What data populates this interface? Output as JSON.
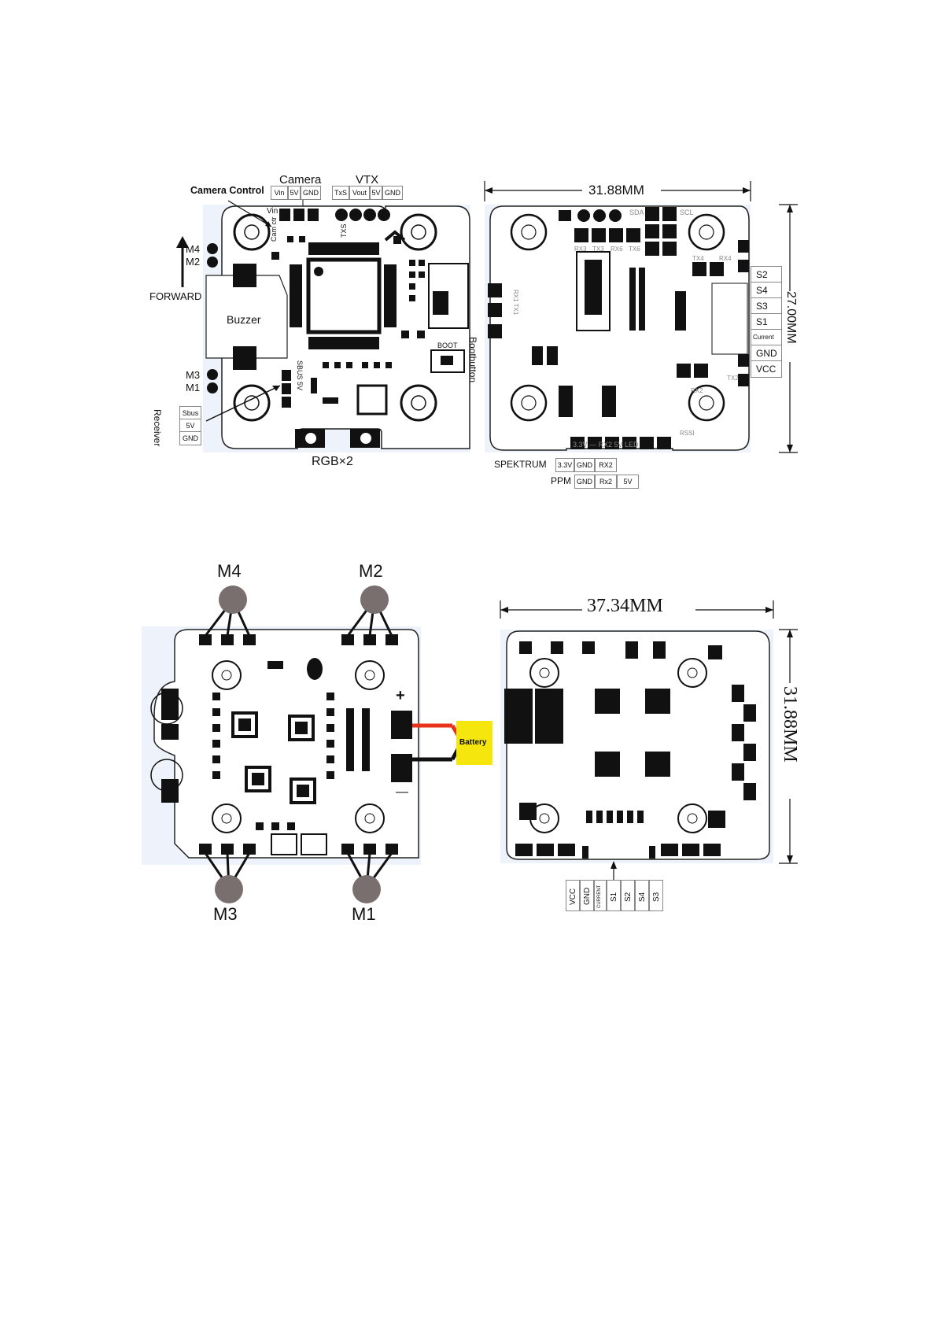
{
  "fc_top": {
    "camera_control_label": "Camera Control",
    "camera_label": "Camera",
    "camera_pins": [
      "Vin",
      "5V",
      "GND"
    ],
    "vtx_label": "VTX",
    "vtx_pins": [
      "TxS",
      "Vout",
      "5V",
      "GND"
    ],
    "m4": "M4",
    "m2": "M2",
    "m3": "M3",
    "m1": "M1",
    "forward": "FORWARD",
    "buzzer": "Buzzer",
    "receiver": "Receiver",
    "receiver_pins": [
      "Sbus",
      "5V",
      "GND"
    ],
    "boot": "BOOT",
    "boot_button": "Bootbutton",
    "rgb": "RGB×2",
    "silk_vin": "Vin",
    "silk_cam": "Cam ctr",
    "silk_sbus": "SBUS 5V",
    "silk_txs": "TXS"
  },
  "fc_bottom": {
    "width_dim": "31.88MM",
    "height_dim": "27.00MM",
    "silk_top": [
      "SDA",
      "SCL"
    ],
    "silk_uart": [
      "RX3",
      "TX3",
      "RX6",
      "TX6"
    ],
    "silk_tx4": "TX4",
    "silk_rx4": "RX4",
    "silk_rx1": "RX1 TX1",
    "silk_tx2": "TX2",
    "silk_rx2": "RX2",
    "silk_rssi": "RSSI",
    "silk_bottom": "3.3V — RX2 5V LED",
    "side_pins": [
      "S2",
      "S4",
      "S3",
      "S1",
      "Current",
      "GND",
      "VCC"
    ],
    "spektrum_label": "SPEKTRUM",
    "spektrum_pins": [
      "3.3V",
      "GND",
      "RX2"
    ],
    "ppm_label": "PPM",
    "ppm_pins": [
      "GND",
      "Rx2",
      "5V"
    ]
  },
  "esc_top": {
    "m4": "M4",
    "m2": "M2",
    "m3": "M3",
    "m1": "M1",
    "plus": "+",
    "minus": "—",
    "battery": "Battery"
  },
  "esc_bottom": {
    "width_dim": "37.34MM",
    "height_dim": "31.88MM",
    "pins": [
      "VCC",
      "GND",
      "CURRENT",
      "S1",
      "S2",
      "S4",
      "S3"
    ]
  },
  "colors": {
    "board": "#eef2fb",
    "wire_red": "#e8321a",
    "battery": "#f5e60e",
    "motor_pad": "#7a6f6f"
  }
}
